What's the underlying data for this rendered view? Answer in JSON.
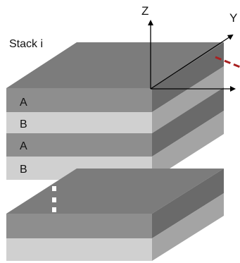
{
  "stack_label": "Stack i",
  "axes": {
    "z": "Z",
    "y": "Y"
  },
  "layers": [
    "A",
    "B",
    "A",
    "B"
  ],
  "colors": {
    "top_face": "#7c7c7c",
    "dark_layer_front": "#8e8e8e",
    "dark_layer_side": "#6a6a6a",
    "light_layer_front": "#d0d0d0",
    "light_layer_side": "#a4a4a4",
    "axis_color": "#000000",
    "dashed_line": "#a82020",
    "ellipsis_dots": "#ffffff"
  },
  "continuation_marker": "vertical-ellipsis"
}
